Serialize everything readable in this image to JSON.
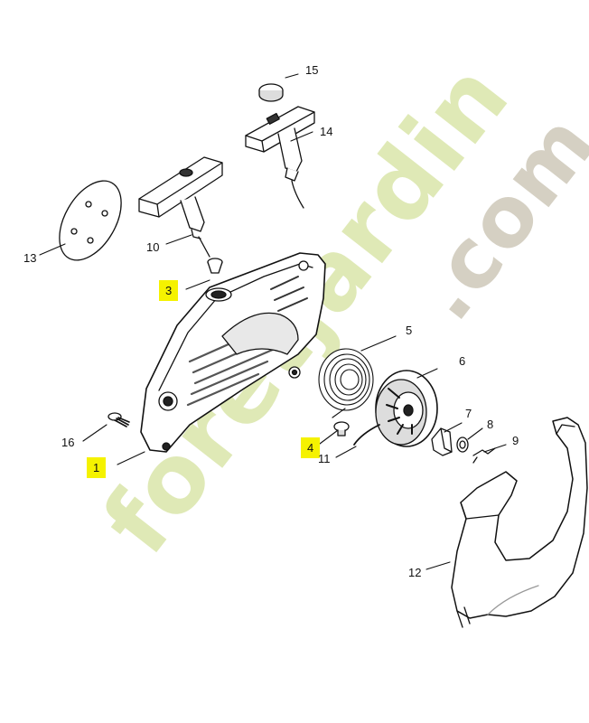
{
  "watermark": {
    "green": "foretjardin",
    "grey": ".com"
  },
  "callouts": {
    "c1": "1",
    "c3": "3",
    "c4": "4",
    "c5": "5",
    "c6": "6",
    "c7": "7",
    "c8": "8",
    "c9": "9",
    "c10": "10",
    "c11": "11",
    "c12": "12",
    "c13": "13",
    "c14": "14",
    "c15": "15",
    "c16": "16"
  },
  "colors": {
    "highlight": "#f5f200",
    "line": "#111111",
    "part_fill": "#ffffff",
    "shade": "#d8d8d8"
  }
}
